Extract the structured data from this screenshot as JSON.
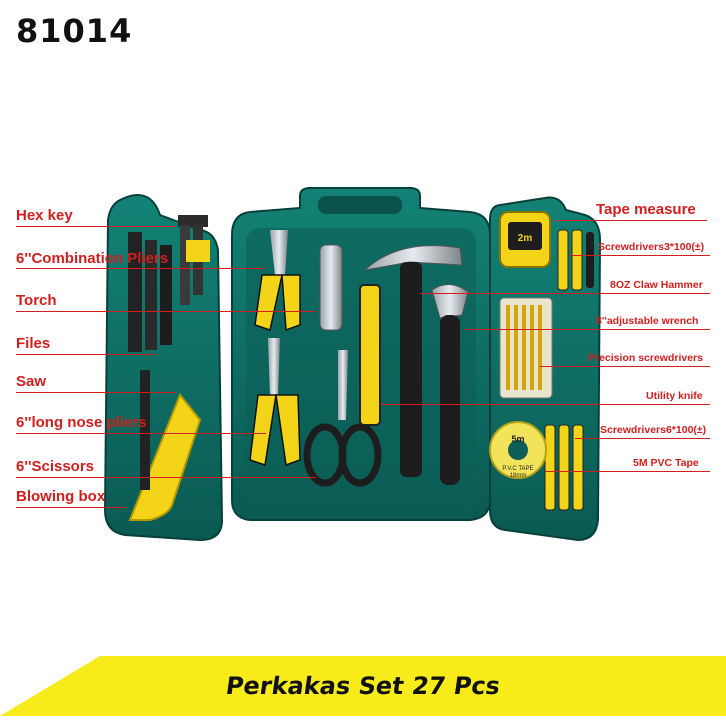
{
  "product_code": "81014",
  "left_labels": [
    "Hex key",
    "6''Combination Pliers",
    "Torch",
    "Files",
    "Saw",
    "6''long nose pliers",
    "6''Scissors",
    "Blowing  box"
  ],
  "right_labels": [
    "Tape measure",
    "Screwdrivers3*100(±)",
    "8OZ Claw Hammer",
    "8''adjustable wrench",
    "Precision screwdrivers",
    "Utility knife",
    "Screwdrivers6*100(±)",
    "5M PVC Tape"
  ],
  "tape_measure_text": "2m",
  "pvc_tape_text": {
    "size": "5m",
    "brand": "P.V.C TAPE",
    "width": "18mm"
  },
  "banner_text": "Perkakas Set 27 Pcs",
  "colors": {
    "case": "#0e6b62",
    "case_dark": "#08443f",
    "tool_yellow": "#f3d418",
    "label_red": "#d21e1e",
    "banner_yellow": "#f7ec1a"
  }
}
